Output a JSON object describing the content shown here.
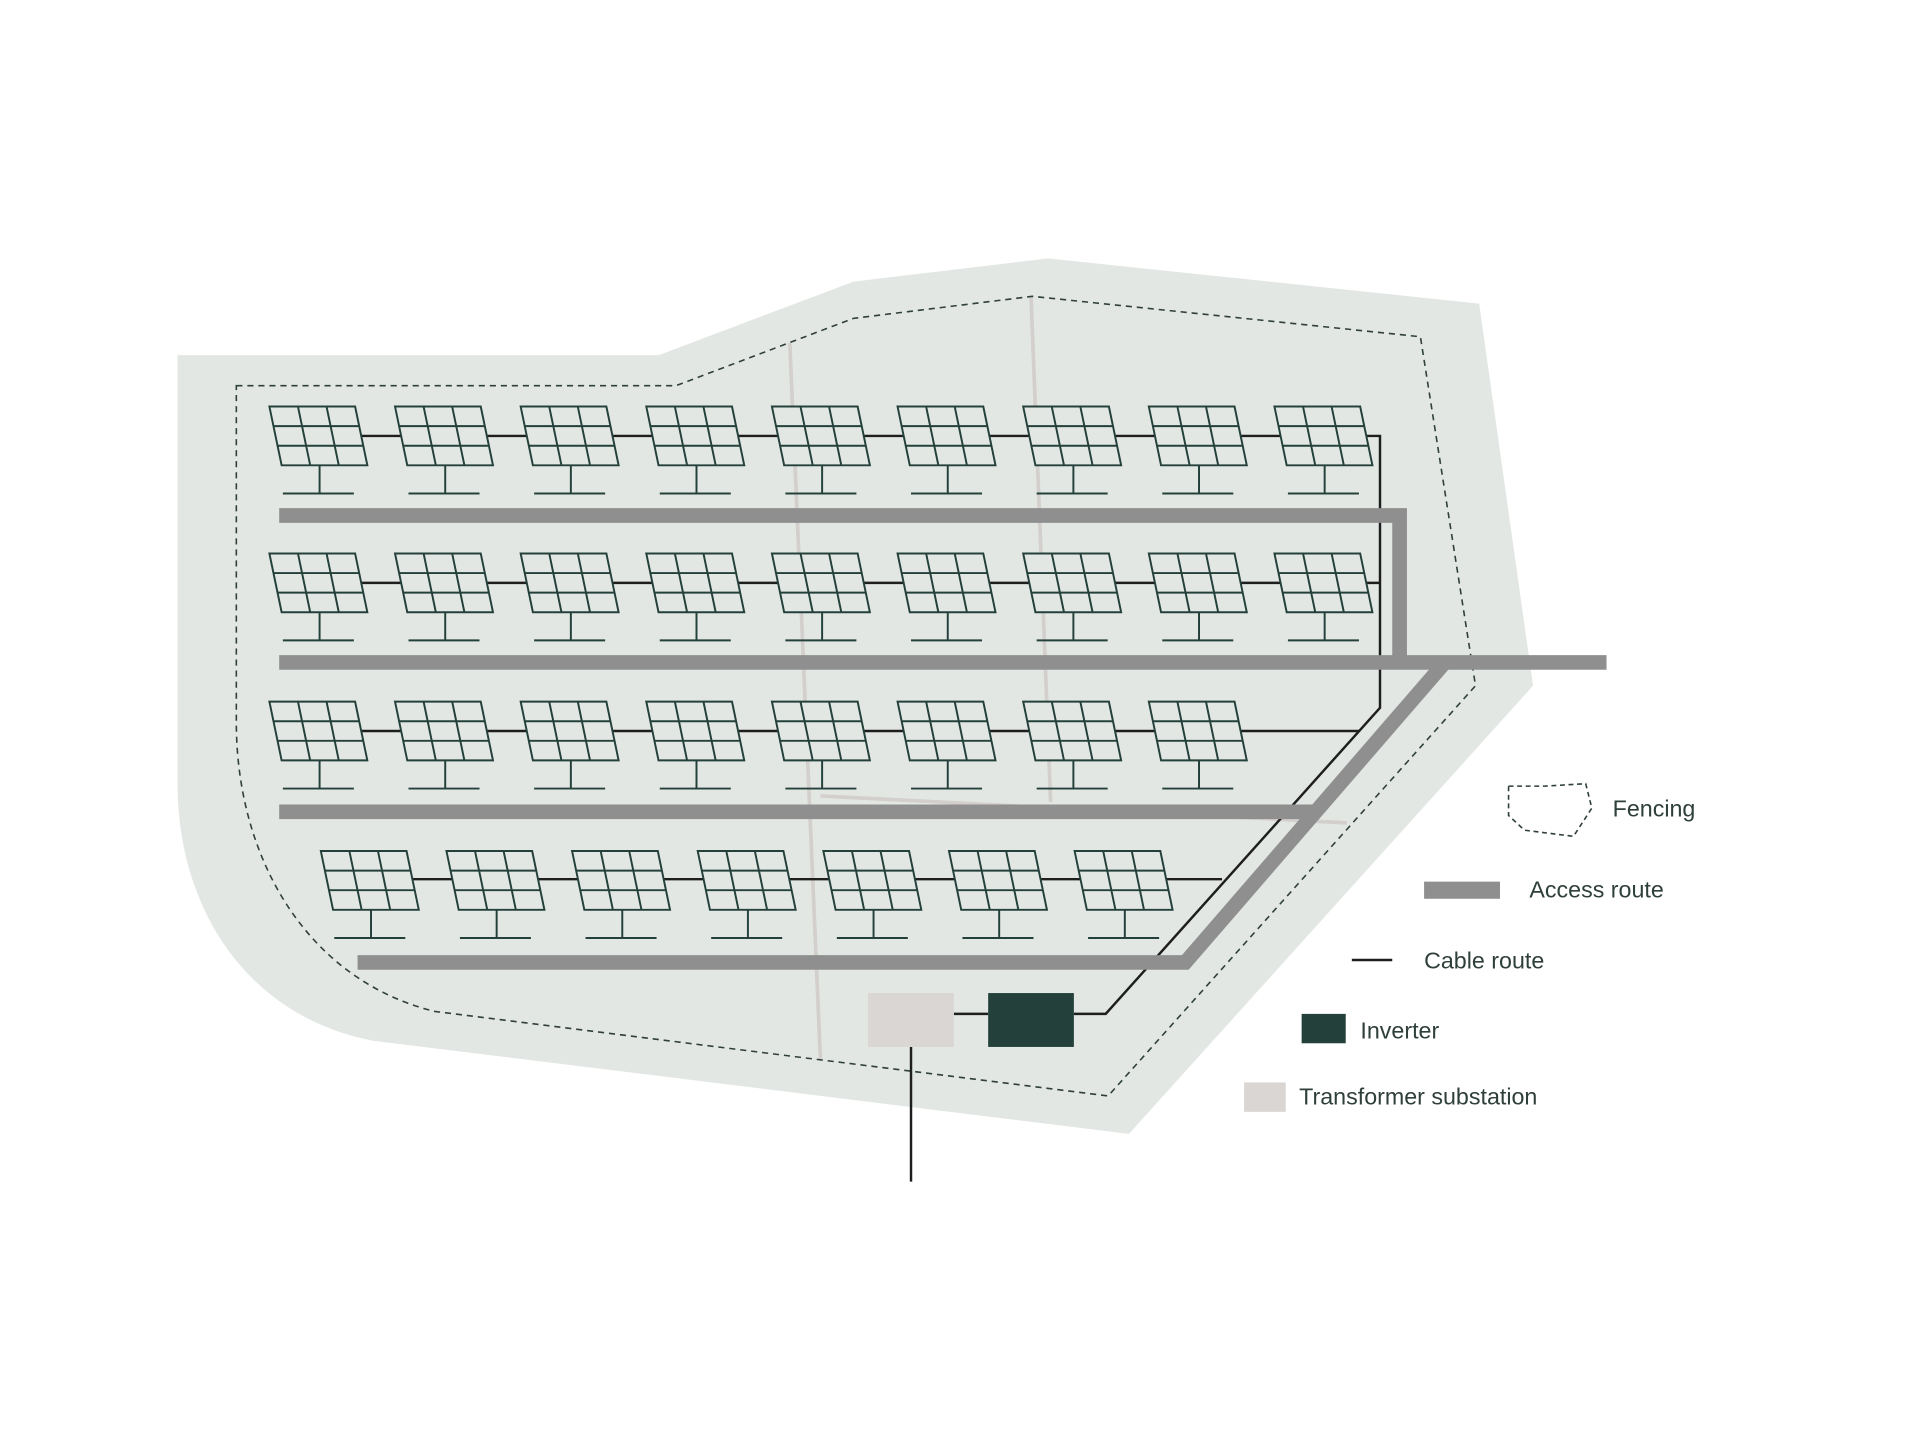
{
  "diagram": {
    "title": "Solar park layout",
    "rows": [
      {
        "panel_count": 9
      },
      {
        "panel_count": 9
      },
      {
        "panel_count": 8
      },
      {
        "panel_count": 7
      }
    ],
    "colors": {
      "land": "#e3e7e4",
      "panel": "#24403a",
      "road": "#8f8f8f",
      "cable": "#1e1e1e",
      "inverter": "#24403a",
      "transformer": "#d9d6d3",
      "fence": "#2f3f3a"
    }
  },
  "legend": {
    "fencing": "Fencing",
    "access_route": "Access route",
    "cable_route": "Cable route",
    "inverter": "Inverter",
    "transformer_substation": "Transformer substation"
  }
}
